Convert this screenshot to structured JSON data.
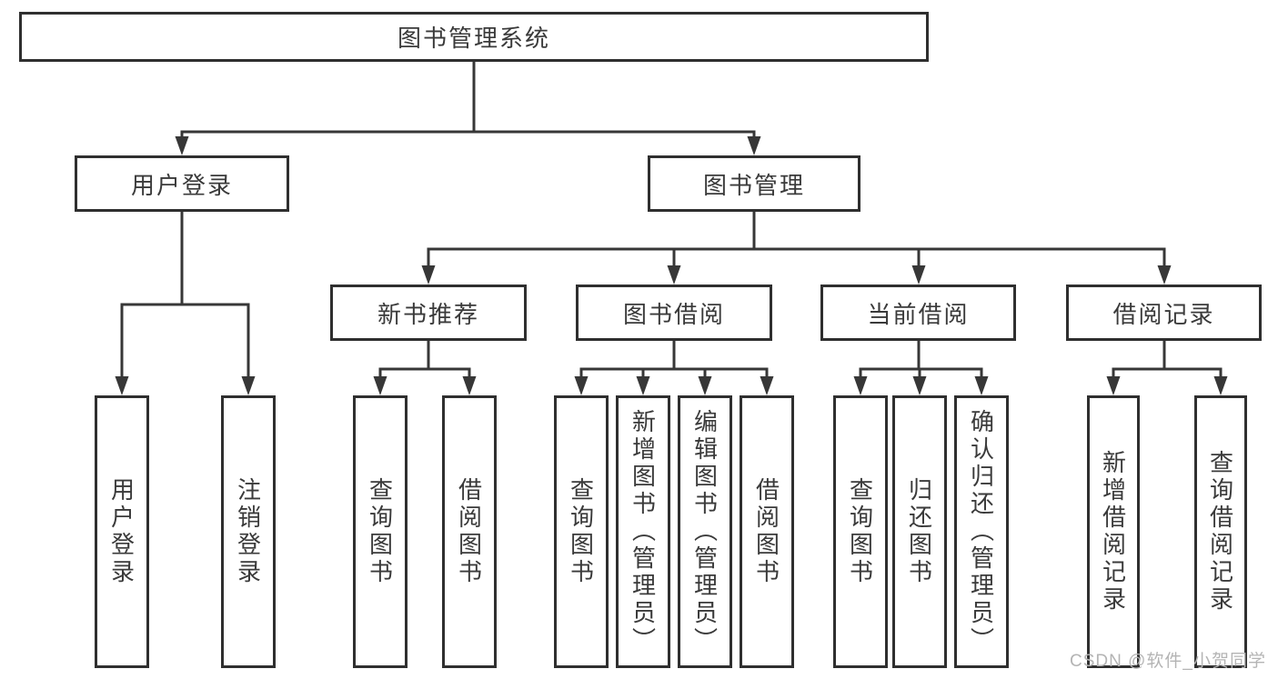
{
  "diagram": {
    "root": {
      "label": "图书管理系统"
    },
    "level2": [
      {
        "label": "用户登录"
      },
      {
        "label": "图书管理"
      }
    ],
    "level3": [
      {
        "label": "新书推荐"
      },
      {
        "label": "图书借阅"
      },
      {
        "label": "当前借阅"
      },
      {
        "label": "借阅记录"
      }
    ],
    "leaves": {
      "user_login": [
        "用户登录",
        "注销登录"
      ],
      "new_book_recommend": [
        "查询图书",
        "借阅图书"
      ],
      "book_borrow": [
        "查询图书",
        "新增图书（管理员）",
        "编辑图书（管理员）",
        "借阅图书"
      ],
      "current_borrow": [
        "查询图书",
        "归还图书",
        "确认归还（管理员）"
      ],
      "borrow_record": [
        "新增借阅记录",
        "查询借阅记录"
      ]
    }
  },
  "watermark": {
    "text": "CSDN @软件_小贺同学"
  },
  "colors": {
    "line": "#373737",
    "box_border": "#2f2f2f",
    "text": "#3a3a3a",
    "watermark": "#b4b4b4",
    "background": "#ffffff"
  }
}
